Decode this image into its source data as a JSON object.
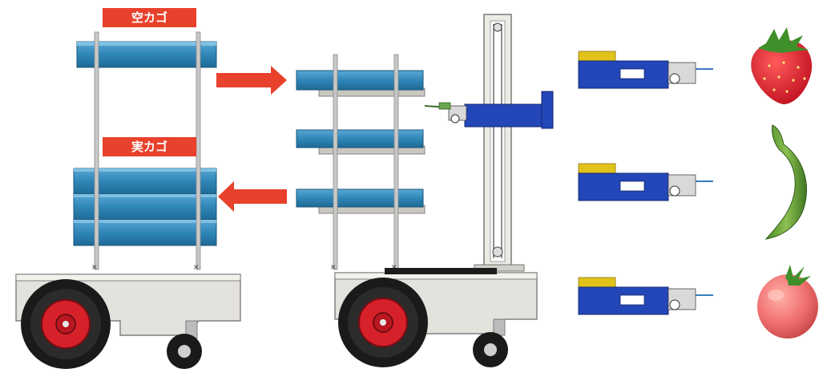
{
  "labels": {
    "empty_basket": "空カゴ",
    "full_basket": "実カゴ"
  },
  "colors": {
    "label_red": "#e8412c",
    "arrow_red": "#e8412c",
    "basket_blue": "#2f86b8",
    "basket_blue_dark": "#1f6a95",
    "tool_blue": "#2346b8",
    "tool_yellow": "#e0c21a",
    "chassis_gray": "#e4e2dc",
    "wheel_red": "#d6202a"
  },
  "diagram": {
    "left_cart": {
      "baskets_top": 1,
      "baskets_bottom": 3
    },
    "center_robot": {
      "shelves": 3
    },
    "end_effectors": [
      "strawberry",
      "green-pepper",
      "tomato"
    ]
  }
}
